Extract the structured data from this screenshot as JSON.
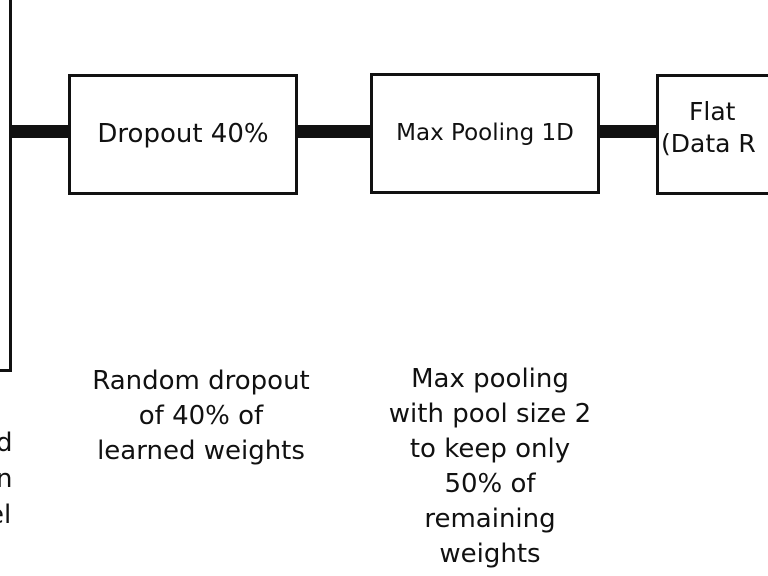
{
  "nodes": [
    {
      "id": "dropout",
      "label": "Dropout 40%"
    },
    {
      "id": "maxpool",
      "label": "Max Pooling 1D"
    },
    {
      "id": "flatten",
      "label_lines": [
        "Flat",
        "(Data R"
      ]
    }
  ],
  "descriptions": {
    "left_partial": [
      "d",
      "n",
      "el"
    ],
    "dropout": [
      "Random dropout",
      "of 40% of",
      "learned weights"
    ],
    "maxpool": [
      "Max pooling",
      "with pool size 2",
      "to keep only",
      "50% of",
      "remaining",
      "weights"
    ]
  }
}
